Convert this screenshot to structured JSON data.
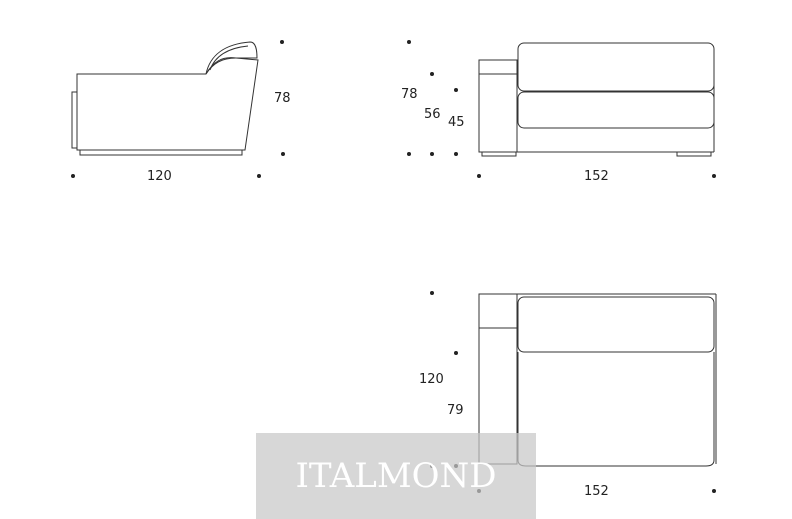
{
  "dimensions": {
    "side_height": "78",
    "side_depth": "120",
    "front_height": "78",
    "front_arm_height": "56",
    "front_seat_height": "45",
    "front_width": "152",
    "top_depth": "120",
    "top_seat_depth": "79",
    "top_width": "152"
  },
  "watermark": {
    "text": "ITALMOND"
  },
  "colors": {
    "line": "#333333",
    "watermark_bg": "#c8c8c8",
    "watermark_text": "#ffffff"
  }
}
